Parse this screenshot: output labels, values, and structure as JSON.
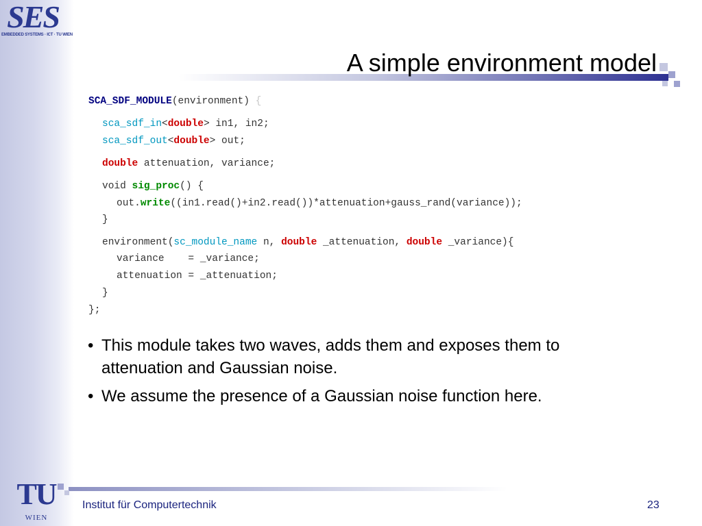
{
  "logo": {
    "letters": "SES",
    "subtitle": "EMBEDDED SYSTEMS · ICT · TU WIEN"
  },
  "slide": {
    "title": "A simple environment model"
  },
  "code": {
    "l1_kw": "SCA_SDF_MODULE",
    "l1_rest": "(environment) ",
    "l1_faint": "{",
    "l2_type": "sca_sdf_in",
    "l2_lt": "<",
    "l2_kw": "double",
    "l2_rest": "> in1, in2;",
    "l3_type": "sca_sdf_out",
    "l3_lt": "<",
    "l3_kw": "double",
    "l3_rest": "> out;",
    "l4_kw": "double",
    "l4_rest": " attenuation, variance;",
    "l5_void": "void ",
    "l5_fn": "sig_proc",
    "l5_rest": "() {",
    "l6_a": "out.",
    "l6_fn": "write",
    "l6_rest": "((in1.read()+in2.read())*attenuation+gauss_rand(variance));",
    "l7": "}",
    "l8_a": "environment(",
    "l8_type": "sc_module_name",
    "l8_b": " n, ",
    "l8_kw1": "double",
    "l8_c": " _attenuation, ",
    "l8_kw2": "double",
    "l8_d": " _variance){",
    "l9": "variance    = _variance;",
    "l10": "attenuation = _attenuation;",
    "l11": "}",
    "l12": "};"
  },
  "bullets": {
    "b1_dot": "•",
    "b1_line1": "This module takes two waves, adds them and exposes them to",
    "b1_line2": "attenuation and Gaussian noise.",
    "b2_dot": "•",
    "b2_line1": "We assume the presence of a Gaussian noise function here."
  },
  "footer": {
    "tu": "TU",
    "wien": "WIEN",
    "institute": "Institut für Computertechnik",
    "page": "23"
  },
  "colors": {
    "brand_navy": "#2b3990",
    "keyword_red": "#cc0000",
    "keyword_teal": "#0097bf",
    "keyword_green": "#008a00"
  }
}
